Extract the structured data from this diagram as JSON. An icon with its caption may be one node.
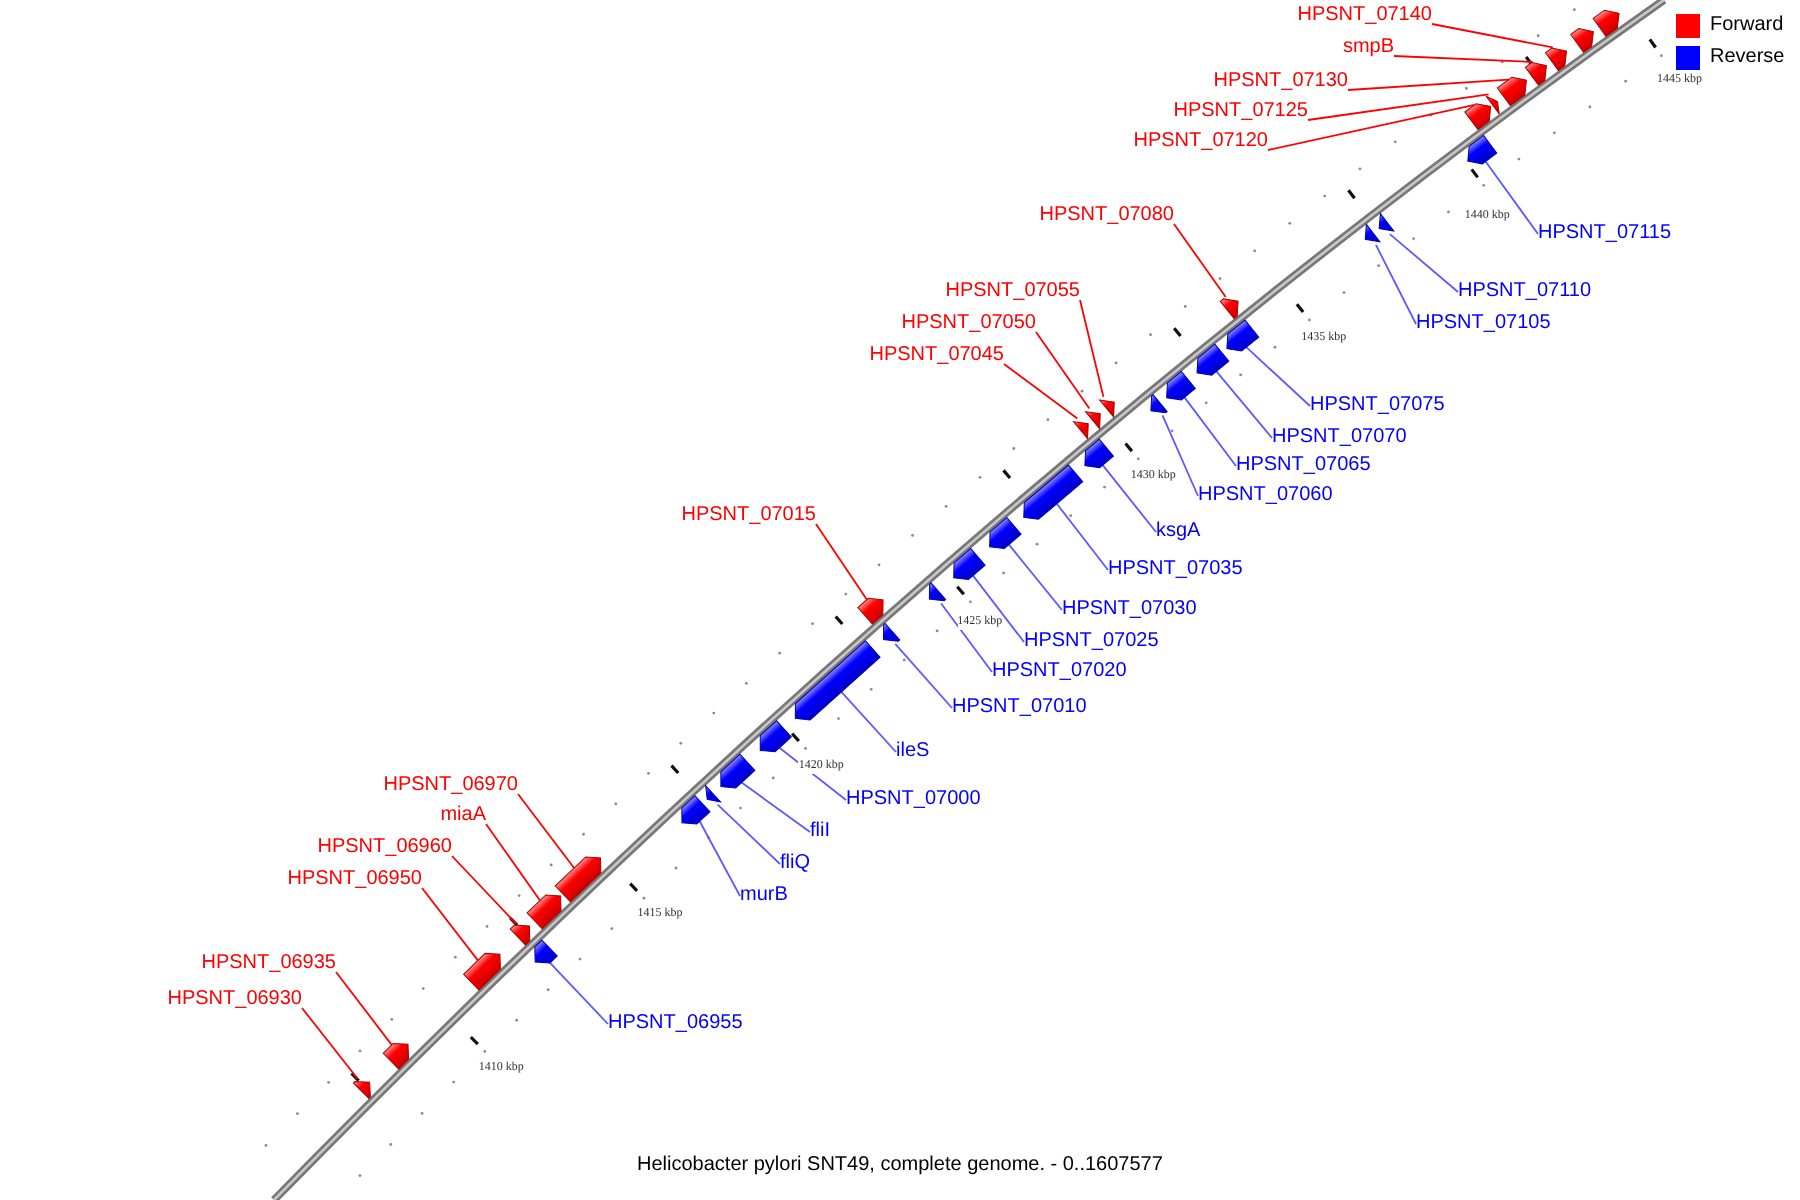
{
  "diagram": {
    "caption": "Helicobacter pylori SNT49, complete genome. - 0..1607577",
    "nodes": [
      {
        "text": [
          "HPSNT_07140"
        ]
      },
      {
        "text": [
          "smpB"
        ]
      },
      {
        "text": [
          "HPSNT_07130"
        ]
      },
      {
        "text": [
          "HPSNT_07125"
        ]
      },
      {
        "text": [
          "HPSNT_07120"
        ]
      },
      {
        "text": [
          "HPSNT_07080"
        ]
      },
      {
        "text": [
          "HPSNT_07115"
        ]
      },
      {
        "text": [
          "HPSNT_07055"
        ]
      },
      {
        "text": [
          "HPSNT_07110"
        ]
      },
      {
        "text": [
          "HPSNT_07050"
        ]
      },
      {
        "text": [
          "HPSNT_07105"
        ]
      },
      {
        "text": [
          "HPSNT_07045"
        ]
      },
      {
        "text": [
          "HPSNT_07075"
        ]
      },
      {
        "text": [
          "HPSNT_07070"
        ]
      },
      {
        "text": [
          "HPSNT_07065"
        ]
      },
      {
        "text": [
          "HPSNT_07060"
        ]
      },
      {
        "text": [
          "HPSNT_07015"
        ]
      },
      {
        "text": [
          "ksgA"
        ]
      },
      {
        "text": [
          "HPSNT_07035"
        ]
      },
      {
        "text": [
          "HPSNT_07030"
        ]
      },
      {
        "text": [
          "HPSNT_07025"
        ]
      },
      {
        "text": [
          "HPSNT_07020"
        ]
      },
      {
        "text": [
          "HPSNT_07010"
        ]
      },
      {
        "text": [
          "ileS"
        ]
      },
      {
        "text": [
          "HPSNT_06970"
        ]
      },
      {
        "text": [
          "HPSNT_07000"
        ]
      },
      {
        "text": [
          "miaA"
        ]
      },
      {
        "text": [
          "fliI"
        ]
      },
      {
        "text": [
          "HPSNT_06960"
        ]
      },
      {
        "text": [
          "fliQ"
        ]
      },
      {
        "text": [
          "HPSNT_06950"
        ]
      },
      {
        "text": [
          "murB"
        ]
      },
      {
        "text": [
          "HPSNT_06935"
        ]
      },
      {
        "text": [
          "HPSNT_06930"
        ]
      },
      {
        "text": [
          "HPSNT_06955"
        ]
      },
      {
        "text": [],
        "shape": "pentagon"
      },
      {
        "text": [],
        "shape": "pentagon"
      },
      {
        "text": [],
        "shape": "pentagon"
      },
      {
        "text": [],
        "shape": "pentagon"
      },
      {
        "text": [],
        "shape": "pentagon"
      },
      {
        "text": [],
        "shape": "pentagon"
      },
      {
        "text": [],
        "shape": "pentagon"
      },
      {
        "text": [],
        "shape": "pentagon"
      },
      {
        "text": [],
        "shape": "pentagon"
      },
      {
        "text": [],
        "shape": "pentagon"
      },
      {
        "text": [],
        "shape": "pentagon"
      },
      {
        "text": [],
        "shape": "pentagon"
      },
      {
        "text": [],
        "shape": "pentagon"
      },
      {
        "text": [],
        "shape": "pentagon"
      },
      {
        "text": [],
        "shape": "pentagon"
      },
      {
        "text": [],
        "shape": "pentagon"
      },
      {
        "text": [],
        "shape": "pentagon"
      },
      {
        "text": [],
        "shape": "pentagon"
      },
      {
        "text": [],
        "shape": "pentagon"
      },
      {
        "text": [],
        "shape": "pentagon"
      },
      {
        "text": [],
        "shape": "pentagon"
      },
      {
        "text": [],
        "shape": "pentagon"
      },
      {
        "text": [],
        "shape": "pentagon"
      },
      {
        "text": [],
        "shape": "pentagon"
      },
      {
        "text": [],
        "shape": "pentagon"
      },
      {
        "text": [],
        "shape": "pentagon"
      },
      {
        "text": [],
        "shape": "pentagon"
      },
      {
        "text": [],
        "shape": "pentagon"
      },
      {
        "text": [],
        "shape": "pentagon"
      },
      {
        "text": [],
        "shape": "pentagon"
      },
      {
        "text": [],
        "shape": "pentagon"
      },
      {
        "text": [],
        "shape": "pentagon"
      },
      {
        "text": [],
        "shape": "pentagon"
      },
      {
        "text": [],
        "shape": "pentagon"
      },
      {
        "text": [],
        "shape": "pentagon"
      },
      {
        "text": [],
        "shape": "pentagon"
      },
      {
        "text": [],
        "shape": "pentagon"
      }
    ],
    "edges": [
      {
        "from": 0,
        "to": 69,
        "arrow": "none",
        "color": "#ff0000"
      },
      {
        "from": 1,
        "to": 68,
        "arrow": "none",
        "color": "#ff0000"
      },
      {
        "from": 2,
        "to": 67,
        "arrow": "none",
        "color": "#ff0000"
      },
      {
        "from": 3,
        "to": 66,
        "arrow": "none",
        "color": "#ff0000"
      },
      {
        "from": 4,
        "to": 65,
        "arrow": "none",
        "color": "#ff0000"
      },
      {
        "from": 5,
        "to": 61,
        "arrow": "none",
        "color": "#ff0000"
      },
      {
        "from": 6,
        "to": 64,
        "arrow": "none"
      },
      {
        "from": 7,
        "to": 56,
        "arrow": "none",
        "color": "#ff0000"
      },
      {
        "from": 8,
        "to": 63,
        "arrow": "none"
      },
      {
        "from": 9,
        "to": 55,
        "arrow": "none",
        "color": "#ff0000"
      },
      {
        "from": 10,
        "to": 62,
        "arrow": "none"
      },
      {
        "from": 11,
        "to": 54,
        "arrow": "none",
        "color": "#ff0000"
      },
      {
        "from": 12,
        "to": 60,
        "arrow": "none"
      },
      {
        "from": 13,
        "to": 59,
        "arrow": "none"
      },
      {
        "from": 14,
        "to": 58,
        "arrow": "none"
      },
      {
        "from": 15,
        "to": 57,
        "arrow": "none"
      },
      {
        "from": 16,
        "to": 48,
        "arrow": "none",
        "color": "#ff0000"
      },
      {
        "from": 17,
        "to": 53,
        "arrow": "none"
      },
      {
        "from": 18,
        "to": 52,
        "arrow": "none"
      },
      {
        "from": 19,
        "to": 51,
        "arrow": "none"
      },
      {
        "from": 20,
        "to": 50,
        "arrow": "none"
      },
      {
        "from": 21,
        "to": 49,
        "arrow": "none"
      },
      {
        "from": 22,
        "to": 47,
        "arrow": "none"
      },
      {
        "from": 23,
        "to": 46,
        "arrow": "none"
      },
      {
        "from": 24,
        "to": 41,
        "arrow": "none",
        "color": "#ff0000"
      },
      {
        "from": 25,
        "to": 45,
        "arrow": "none"
      },
      {
        "from": 26,
        "to": 40,
        "arrow": "none",
        "color": "#ff0000"
      },
      {
        "from": 27,
        "to": 44,
        "arrow": "none"
      },
      {
        "from": 28,
        "to": 39,
        "arrow": "none",
        "color": "#ff0000"
      },
      {
        "from": 29,
        "to": 43,
        "arrow": "none"
      },
      {
        "from": 30,
        "to": 37,
        "arrow": "none",
        "color": "#ff0000"
      },
      {
        "from": 31,
        "to": 42,
        "arrow": "none"
      },
      {
        "from": 32,
        "to": 36,
        "arrow": "none",
        "color": "#ff0000"
      },
      {
        "from": 33,
        "to": 35,
        "arrow": "none",
        "color": "#ff0000"
      },
      {
        "from": 34,
        "to": 38,
        "arrow": "none"
      }
    ],
    "labels": [
      "1445 kbp",
      "1440 kbp",
      "1435 kbp",
      "1430 kbp",
      "1425 kbp",
      "1420 kbp",
      "1415 kbp",
      "1410 kbp"
    ],
    "legend": [
      {
        "text": "Forward",
        "color": "#ff0000"
      },
      {
        "text": "Reverse",
        "color": "#0000ff"
      }
    ]
  }
}
